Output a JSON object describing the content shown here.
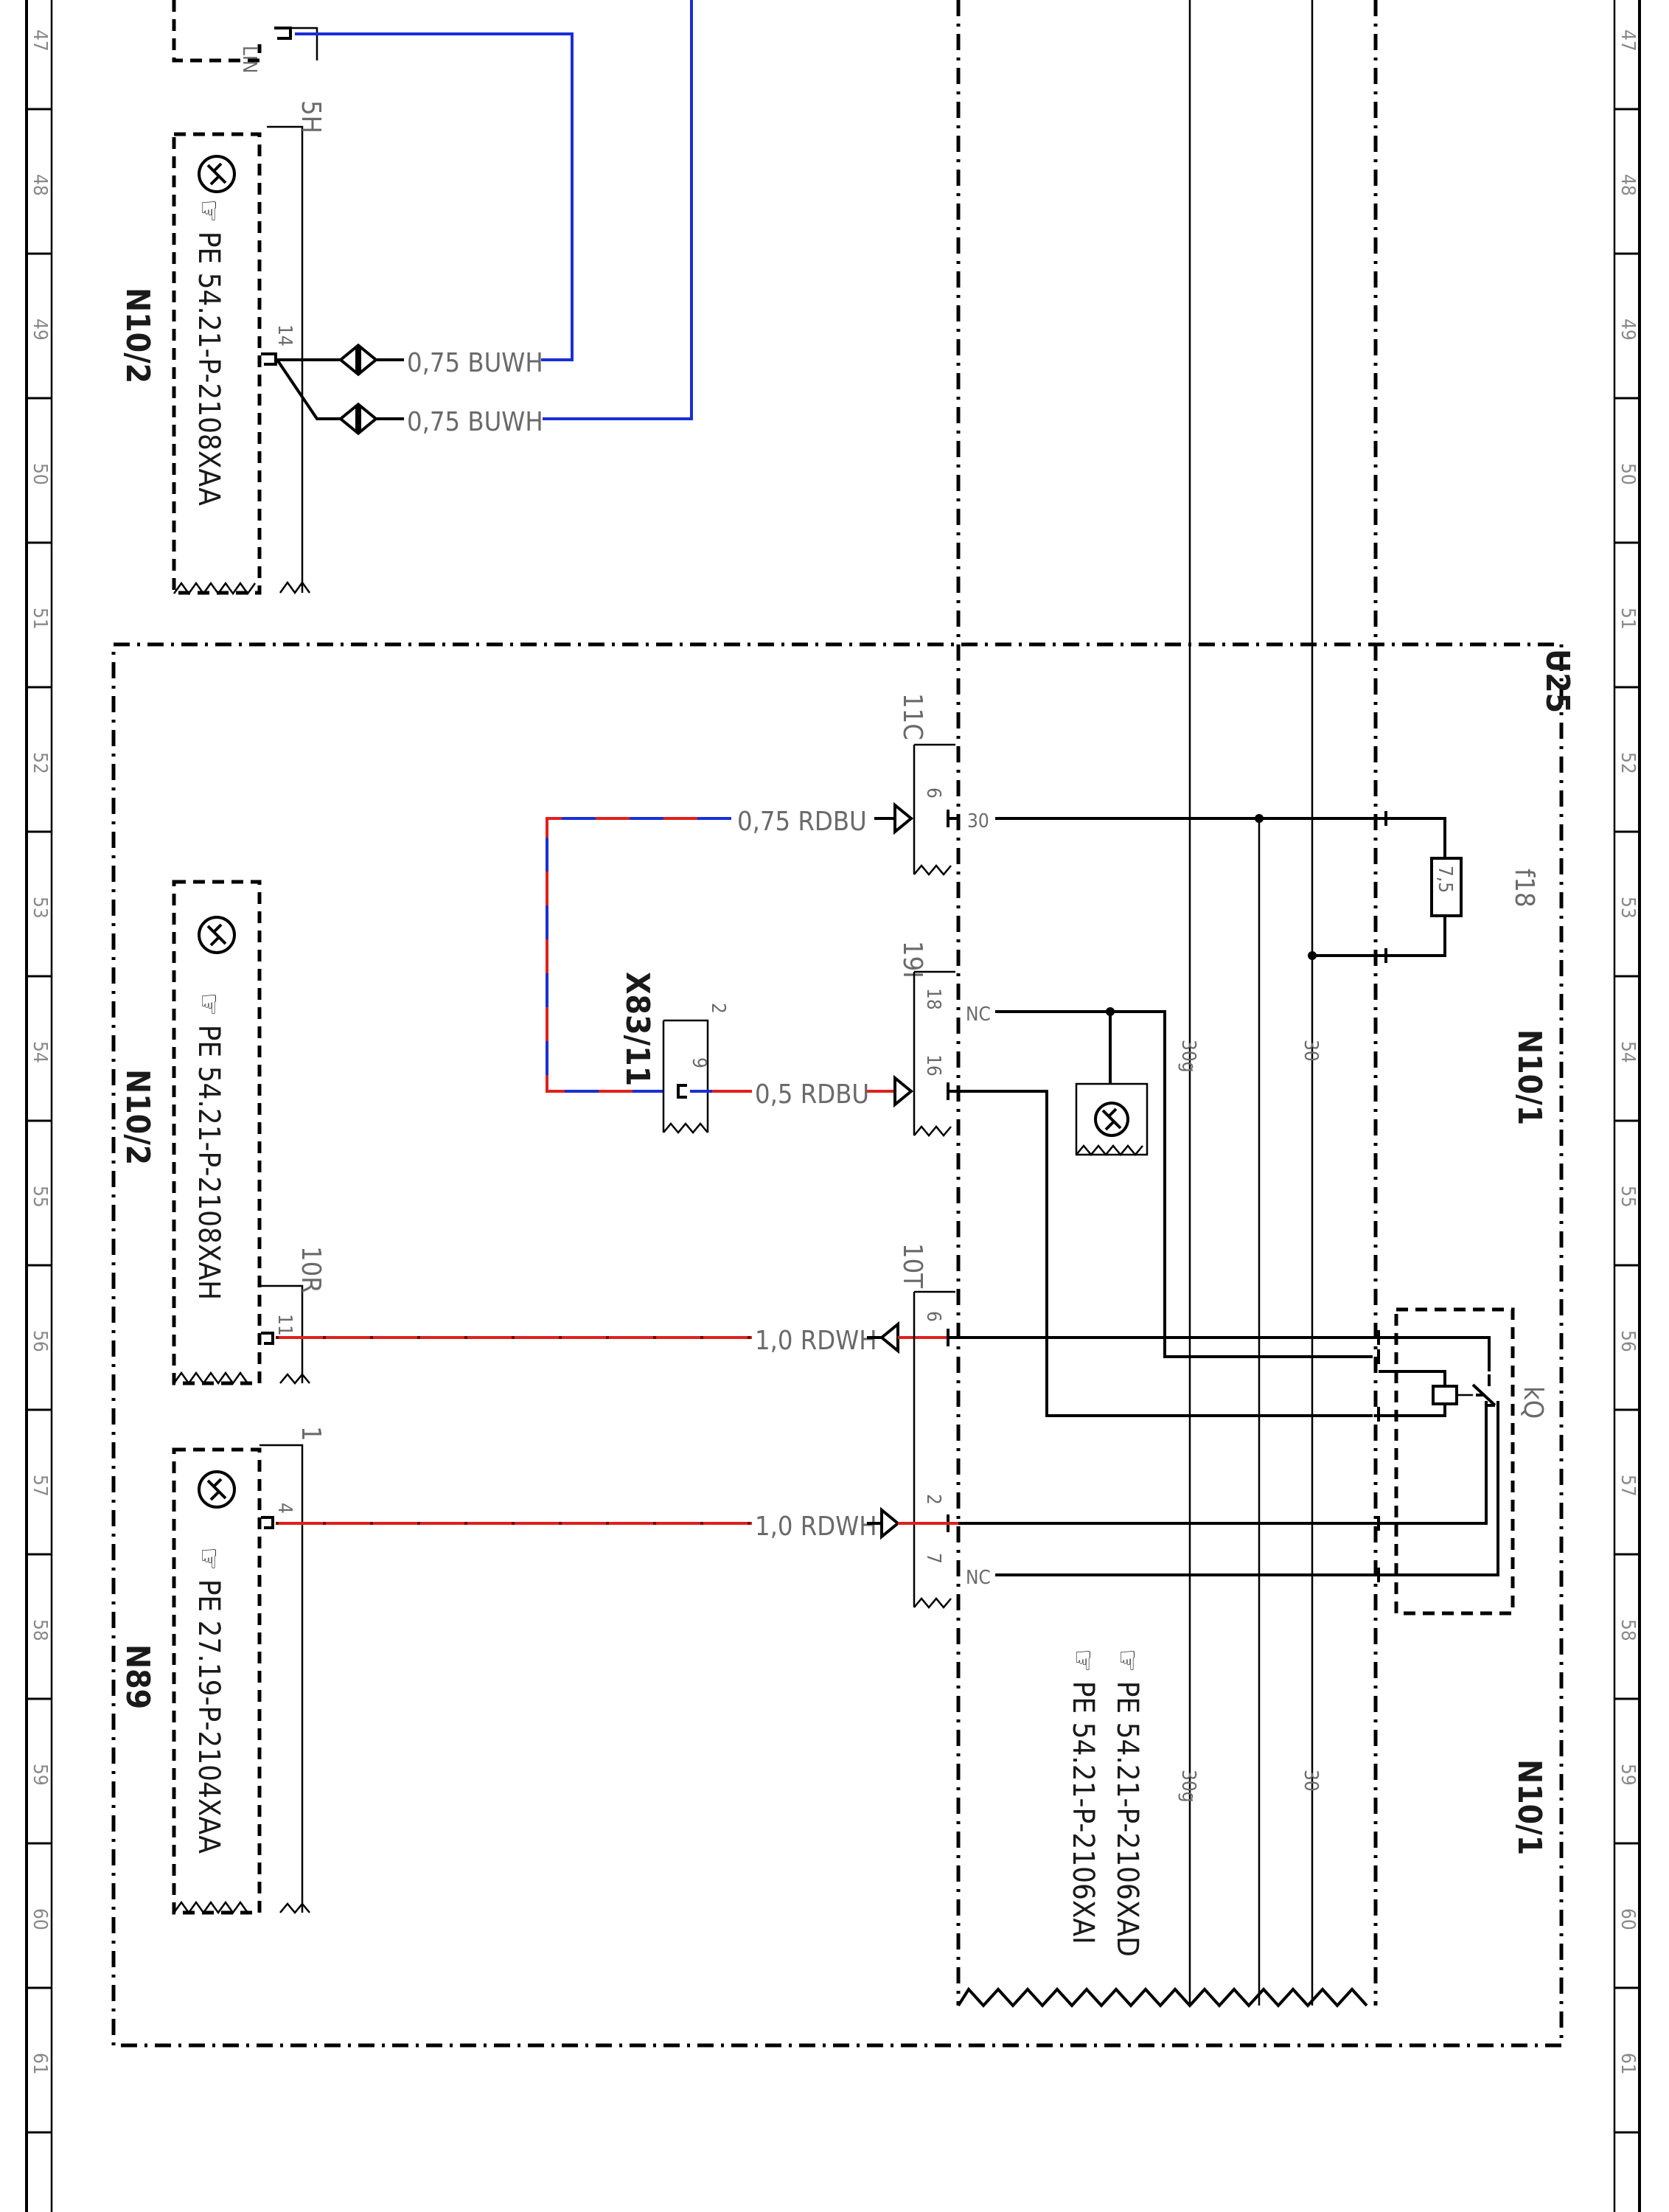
{
  "ruler": {
    "row_numbers": [
      "47",
      "48",
      "49",
      "50",
      "51",
      "52",
      "53",
      "54",
      "55",
      "56",
      "57",
      "58",
      "59",
      "60",
      "61"
    ]
  },
  "components": {
    "n10_2_top": {
      "ref": "N10/2",
      "pe": "PE  54.21-P-2108XAA",
      "connector": "5H",
      "pin": "14"
    },
    "n10_2_bottom": {
      "ref": "N10/2",
      "pe": "PE  54.21-P-2108XAH",
      "connector": "10R",
      "pin": "11"
    },
    "n89": {
      "ref": "N89",
      "pe": "PE  27.19-P-2104XAA",
      "connector": "1",
      "pin": "4"
    },
    "u25": {
      "ref": "U25"
    },
    "n10_1": {
      "ref_upper": "N10/1",
      "ref_lower": "N10/1",
      "pe_1": "PE  54.21-P-2106XAD",
      "pe_2": "PE  54.21-P-2106XAI"
    },
    "x83_11": {
      "ref": "X83/11",
      "pin_a": "2",
      "pin_b": "9"
    },
    "lin": {
      "label": "LIN"
    }
  },
  "connectors": {
    "c11C": {
      "name": "11C",
      "pin": "6",
      "terminal": "30"
    },
    "c19I": {
      "name": "19I",
      "pin_top": "18",
      "pin_bottom": "16",
      "nc": "NC"
    },
    "c10T": {
      "name": "10T",
      "pin_top": "6",
      "pin_mid": "2",
      "pin_bottom": "7",
      "nc": "NC"
    }
  },
  "wires": {
    "w1": "0,75  BUWH",
    "w2": "0,75  BUWH",
    "w3": "0,75  RDBU",
    "w4": "0,5  RDBU",
    "w5": "1,0  RDWH",
    "w6": "1,0  RDWH"
  },
  "buses": {
    "b30g_a": "30g",
    "b30_a": "30",
    "b30g_b": "30g",
    "b30_b": "30"
  },
  "fuse": {
    "ref": "f18",
    "value": "7,5"
  },
  "relay": {
    "ref": "kQ"
  },
  "colors": {
    "blue": "#1a2fd6",
    "red": "#e0201c",
    "black": "#000000",
    "grey": "#6a6a6a"
  }
}
